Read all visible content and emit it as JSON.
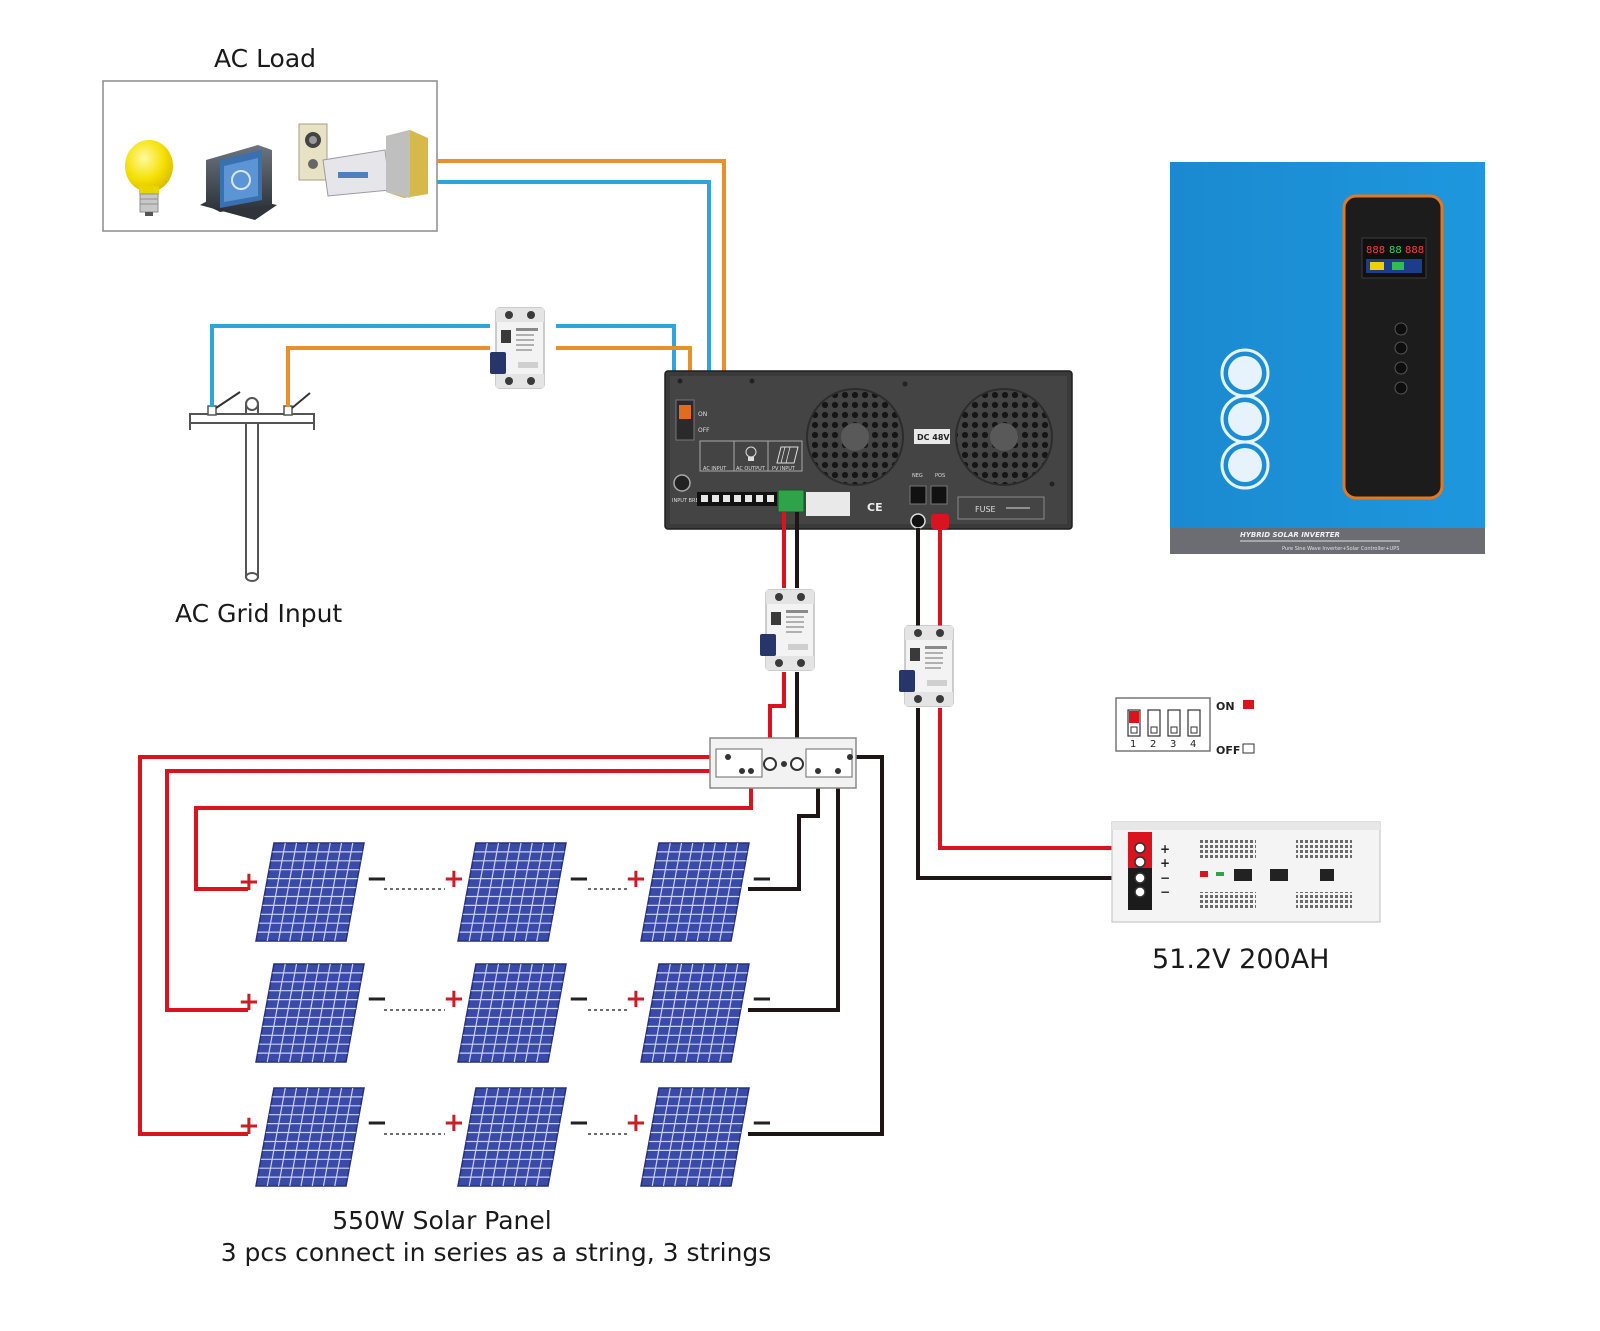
{
  "diagram": {
    "ac_load": {
      "label": "AC Load"
    },
    "ac_grid": {
      "label": "AC Grid Input"
    },
    "battery": {
      "label": "51.2V 200AH",
      "terminals": [
        "+",
        "+",
        "−",
        "−"
      ]
    },
    "solar": {
      "title": "550W Solar Panel",
      "subtitle": "3 pcs connect in series as a string, 3 strings",
      "plus": "+",
      "minus": "−"
    },
    "dip_switch": {
      "on_label": "ON",
      "off_label": "OFF",
      "positions": [
        "1",
        "2",
        "3",
        "4"
      ]
    },
    "inverter_rear": {
      "dc_label": "DC 48V",
      "neg_label": "NEG",
      "pos_label": "POS",
      "fuse_label": "FUSE",
      "ac_input_label": "AC INPUT",
      "ac_output_label": "AC OUTPUT",
      "pv_input_label": "PV INPUT",
      "breaker_label": "INPUT BREAKER",
      "switch_on": "ON",
      "switch_off": "OFF",
      "cert": "CE"
    },
    "inverter_front": {
      "product_name": "HYBRID SOLAR INVERTER",
      "product_sub": "Pure Sine Wave Inverter+Solar Controller+UPS",
      "lcd_left": "888",
      "lcd_mid": "88",
      "lcd_right": "888"
    },
    "colors": {
      "wire_red": "#d9141f",
      "wire_black": "#1e1615",
      "wire_blue": "#2ea5dc",
      "wire_orange": "#e8902a",
      "inverter_blue": "#1c8fd6",
      "panel_blue": "#3a4aa8"
    }
  }
}
